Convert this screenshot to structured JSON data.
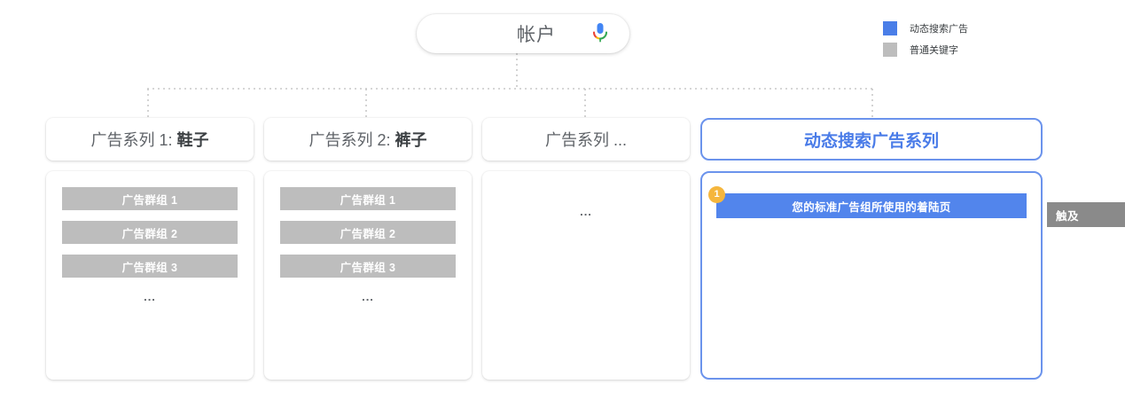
{
  "account": {
    "label": "帐户",
    "mic_icon": "microphone-icon"
  },
  "legend": {
    "items": [
      {
        "label": "动态搜索广告",
        "color": "#4a7ee8"
      },
      {
        "label": "普通关键字",
        "color": "#bdbdbd"
      }
    ]
  },
  "columns": [
    {
      "header_prefix": "广告系列 1: ",
      "header_bold": "鞋子",
      "adgroups": [
        "广告群组 1",
        "广告群组 2",
        "广告群组 3"
      ],
      "more": "..."
    },
    {
      "header_prefix": "广告系列 2: ",
      "header_bold": "裤子",
      "adgroups": [
        "广告群组 1",
        "广告群组 2",
        "广告群组 3"
      ],
      "more": "..."
    },
    {
      "header_prefix": "广告系列 ...",
      "header_bold": "",
      "adgroups": [],
      "more": "..."
    }
  ],
  "dsa": {
    "header": "动态搜索广告系列",
    "step_badge": "1",
    "landing_page_label": "您的标准广告组所使用的着陆页"
  },
  "reach": {
    "label": "触及"
  },
  "colors": {
    "accent_blue": "#5285ec",
    "header_blue": "#4a7ce8",
    "border_blue": "#6b93ec",
    "gray_bar": "#bdbdbd",
    "reach_gray": "#8a8a8a",
    "badge_amber": "#f5b63d",
    "text_gray": "#5f6368",
    "connector_gray": "#c8c8c8"
  }
}
